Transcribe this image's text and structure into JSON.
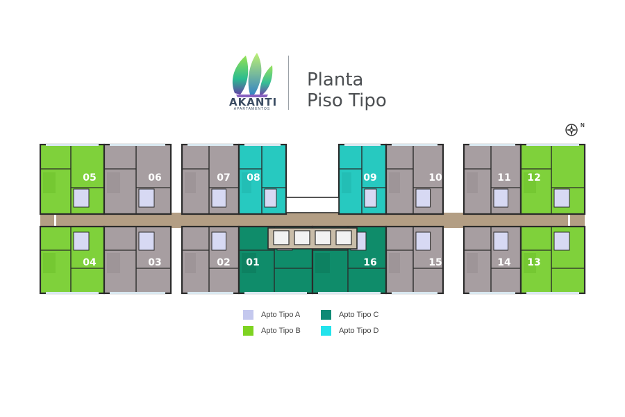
{
  "brand": {
    "name": "AKANTI",
    "tagline": "APARTAMENTOS"
  },
  "title": {
    "line1": "Planta",
    "line2": "Piso Tipo"
  },
  "compass": {
    "label": "N"
  },
  "colors": {
    "tipo_a": "#a79ea1",
    "tipo_b": "#7fd13b",
    "tipo_c": "#0f8c6a",
    "tipo_d": "#27c9c0",
    "corridor": "#b39e84",
    "wall": "#2b2b2b",
    "legend_a": "#c4c8ee",
    "legend_b": "#7ed321",
    "legend_c": "#0e8a75",
    "legend_d": "#23e3ec"
  },
  "units": [
    {
      "label": "05",
      "type": "b"
    },
    {
      "label": "06",
      "type": "a"
    },
    {
      "label": "07",
      "type": "a"
    },
    {
      "label": "08",
      "type": "d"
    },
    {
      "label": "09",
      "type": "d"
    },
    {
      "label": "10",
      "type": "a"
    },
    {
      "label": "11",
      "type": "a"
    },
    {
      "label": "12",
      "type": "b"
    },
    {
      "label": "04",
      "type": "b"
    },
    {
      "label": "03",
      "type": "a"
    },
    {
      "label": "02",
      "type": "a"
    },
    {
      "label": "01",
      "type": "c"
    },
    {
      "label": "16",
      "type": "c"
    },
    {
      "label": "15",
      "type": "a"
    },
    {
      "label": "14",
      "type": "a"
    },
    {
      "label": "13",
      "type": "b"
    }
  ],
  "legend": [
    {
      "label": "Apto Tipo A",
      "color": "#c4c8ee"
    },
    {
      "label": "Apto Tipo B",
      "color": "#7ed321"
    },
    {
      "label": "Apto Tipo C",
      "color": "#0e8a75"
    },
    {
      "label": "Apto Tipo D",
      "color": "#23e3ec"
    }
  ]
}
